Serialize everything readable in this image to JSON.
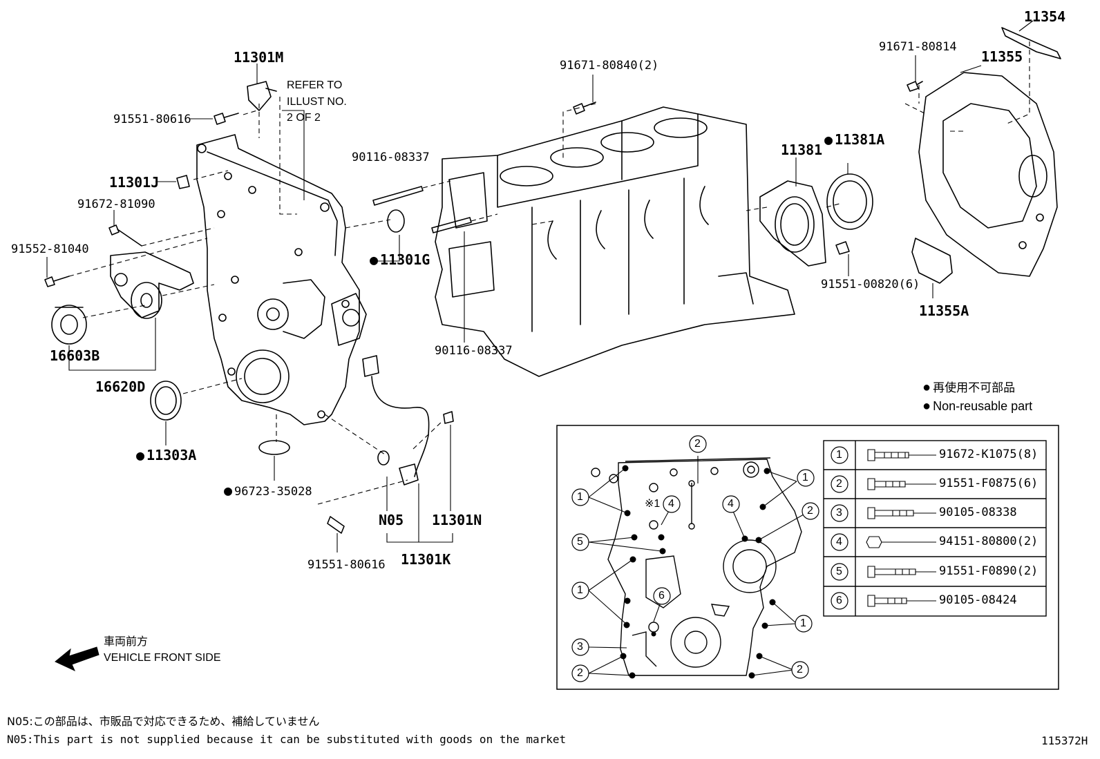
{
  "labels": {
    "p11354": "11354",
    "p11355": "11355",
    "p91671_80814": "91671-80814",
    "p91671_80840": "91671-80840(2)",
    "p11301M": "11301M",
    "refer_to": "REFER TO",
    "illust_no": "ILLUST NO.",
    "two_of_two": "2 OF 2",
    "p91551_80616_top": "91551-80616",
    "p11301J": "11301J",
    "p91672_81090": "91672-81090",
    "p91552_81040": "91552-81040",
    "p90116_08337_top": "90116-08337",
    "p11301G": "11301G",
    "p90116_08337_bot": "90116-08337",
    "p11381": "11381",
    "p11381A": "11381A",
    "p91551_00820": "91551-00820(6)",
    "p11355A": "11355A",
    "p16603B": "16603B",
    "p16620D": "16620D",
    "p11303A": "11303A",
    "p96723_35028": "96723-35028",
    "pN05": "N05",
    "p11301N": "11301N",
    "p11301K": "11301K",
    "p91551_80616_bot": "91551-80616",
    "ref_115372H": "115372H"
  },
  "legend": {
    "jp": "再使用不可部品",
    "en": "Non-reusable part"
  },
  "front": {
    "jp": "車両前方",
    "en": "VEHICLE FRONT SIDE"
  },
  "footnotes": {
    "jp": "N05:この部品は、市販品で対応できるため、補給していません",
    "en": "N05:This part is not supplied because it can be substituted with goods on the market"
  },
  "bolt_table": [
    {
      "num": "1",
      "part": "91672-K1075(8)"
    },
    {
      "num": "2",
      "part": "91551-F0875(6)"
    },
    {
      "num": "3",
      "part": "90105-08338"
    },
    {
      "num": "4",
      "part": "94151-80800(2)"
    },
    {
      "num": "5",
      "part": "91551-F0890(2)"
    },
    {
      "num": "6",
      "part": "90105-08424"
    }
  ],
  "inset": {
    "note_mark": "※1",
    "callouts": [
      "1",
      "1",
      "1",
      "1",
      "2",
      "2",
      "2",
      "2",
      "3",
      "4",
      "4",
      "5",
      "6"
    ]
  }
}
